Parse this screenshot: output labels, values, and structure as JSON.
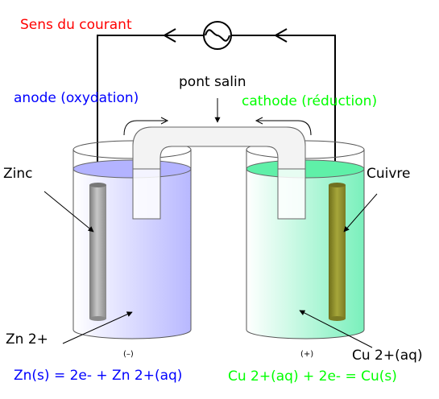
{
  "labels": {
    "current_direction": "Sens du courant",
    "anode": "anode (oxydation)",
    "cathode": "cathode (réduction)",
    "salt_bridge": "pont salin",
    "zinc": "Zinc",
    "copper": "Cuivre",
    "zinc_ion": "Zn 2+",
    "copper_ion": "Cu 2+(aq)",
    "minus_terminal": "(–)",
    "plus_terminal": "(+)",
    "anode_equation": "Zn(s) = 2e- + Zn 2+(aq)",
    "cathode_equation": "Cu 2+(aq) + 2e- = Cu(s)"
  },
  "colors": {
    "current_text": "#ff0000",
    "anode_text": "#0000ff",
    "cathode_text": "#00ff00",
    "zinc_solution": "#b8b8ff",
    "copper_solution": "#66f0b0",
    "copper_electrode": "#9b9b2e",
    "zinc_electrode": "#a8a8a8"
  },
  "icons": {
    "ammeter": "galvanometer-icon"
  }
}
